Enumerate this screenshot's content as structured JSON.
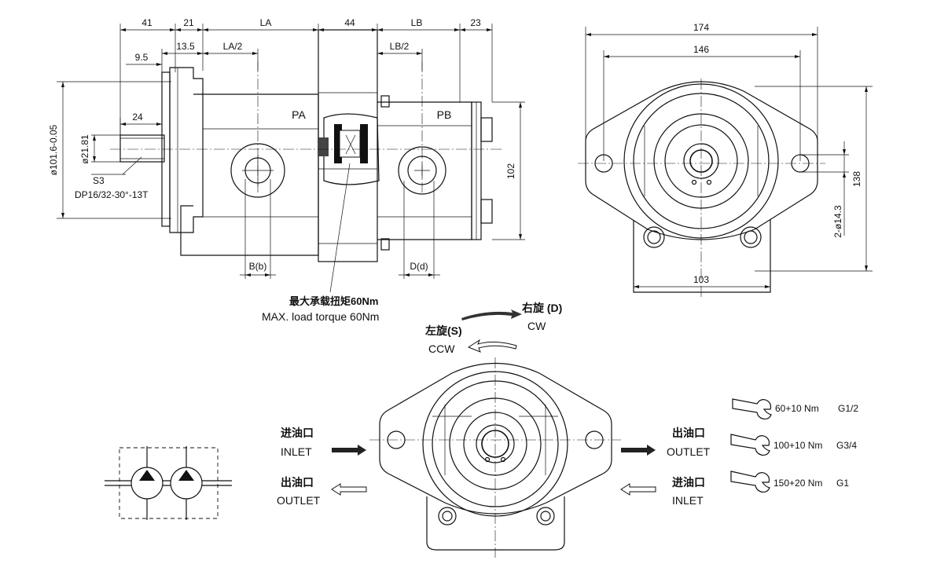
{
  "side_view": {
    "dims_top": [
      "41",
      "21",
      "LA",
      "44",
      "LB",
      "23"
    ],
    "dim_13_5": "13.5",
    "dim_la2": "LA/2",
    "dim_lb2": "LB/2",
    "dim_9_5": "9.5",
    "dim_24": "24",
    "dim_shaft": "ø21.81",
    "dim_flange": "ø101.6-0.05",
    "dim_102": "102",
    "label_pa": "PA",
    "label_pb": "PB",
    "label_s3": "S3",
    "spline": "DP16/32-30°-13T",
    "port_b": "B(b)",
    "port_d": "D(d)",
    "torque_cn": "最大承载扭矩60Nm",
    "torque_en": "MAX. load torque 60Nm"
  },
  "front_view": {
    "dim_174": "174",
    "dim_146": "146",
    "dim_138": "138",
    "dim_holes": "2-ø14.3",
    "dim_103": "103"
  },
  "rotation": {
    "cw_cn": "右旋 (D)",
    "cw_en": "CW",
    "ccw_cn": "左旋(S)",
    "ccw_en": "CCW"
  },
  "ports": {
    "left_top_cn": "进油口",
    "left_top_en": "INLET",
    "left_bottom_cn": "出油口",
    "left_bottom_en": "OUTLET",
    "right_top_cn": "出油口",
    "right_top_en": "OUTLET",
    "right_bottom_cn": "进油口",
    "right_bottom_en": "INLET"
  },
  "torque_table": [
    {
      "torque": "60+10 Nm",
      "thread": "G1/2"
    },
    {
      "torque": "100+10 Nm",
      "thread": "G3/4"
    },
    {
      "torque": "150+20 Nm",
      "thread": "G1"
    }
  ]
}
